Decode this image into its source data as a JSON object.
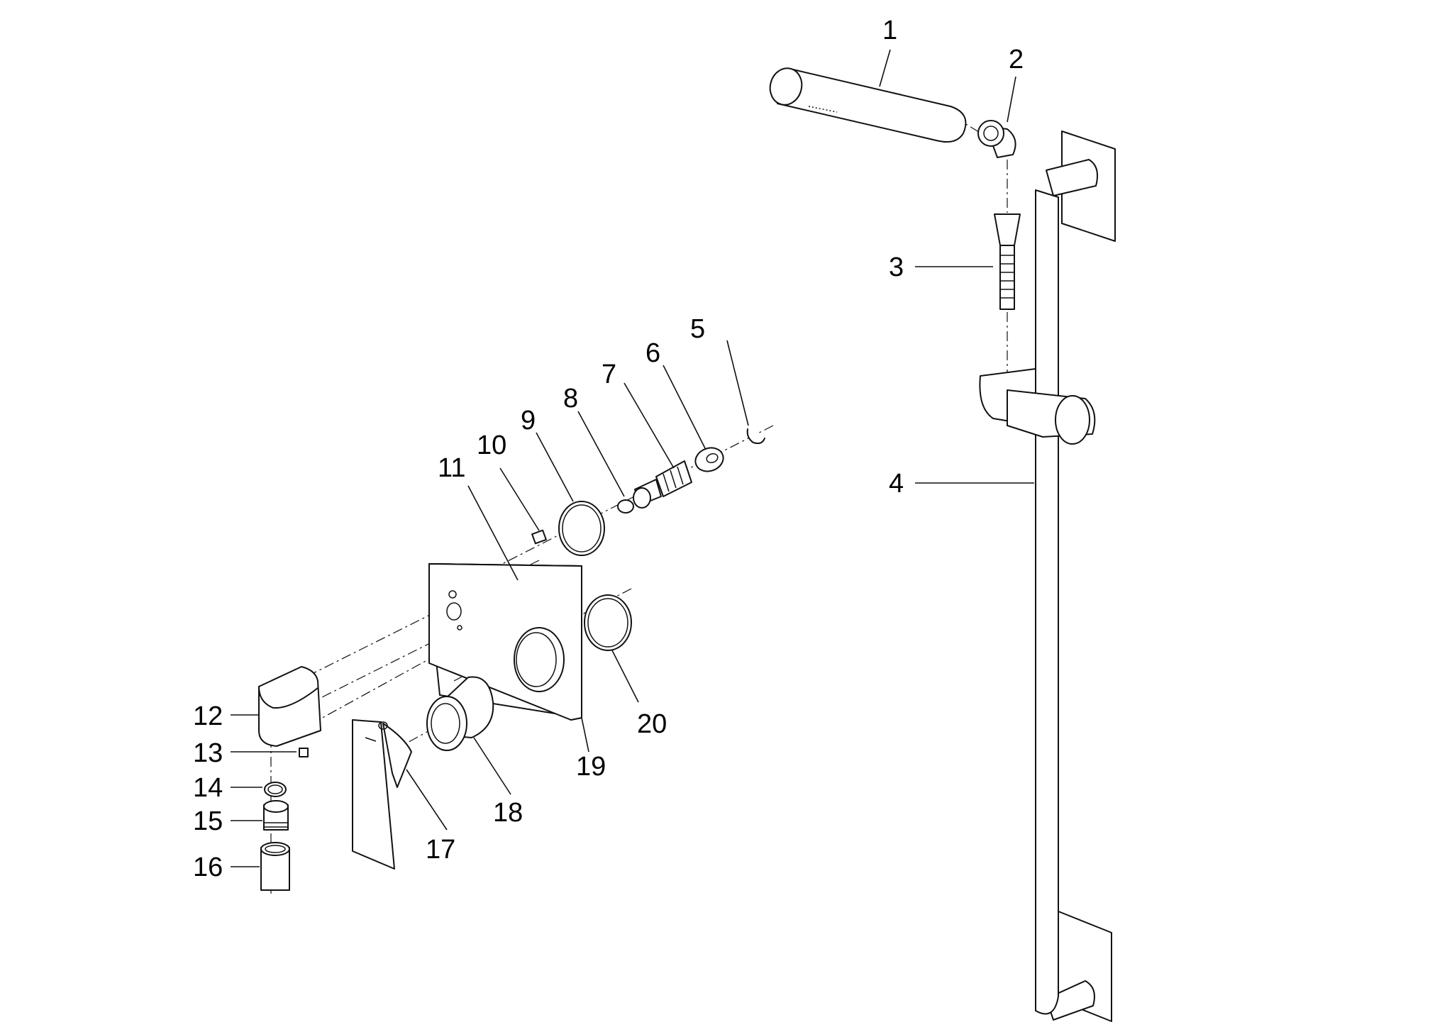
{
  "callouts": [
    {
      "n": "1"
    },
    {
      "n": "2"
    },
    {
      "n": "3"
    },
    {
      "n": "4"
    },
    {
      "n": "5"
    },
    {
      "n": "6"
    },
    {
      "n": "7"
    },
    {
      "n": "8"
    },
    {
      "n": "9"
    },
    {
      "n": "10"
    },
    {
      "n": "11"
    },
    {
      "n": "12"
    },
    {
      "n": "13"
    },
    {
      "n": "14"
    },
    {
      "n": "15"
    },
    {
      "n": "16"
    },
    {
      "n": "17"
    },
    {
      "n": "18"
    },
    {
      "n": "19"
    },
    {
      "n": "20"
    }
  ]
}
